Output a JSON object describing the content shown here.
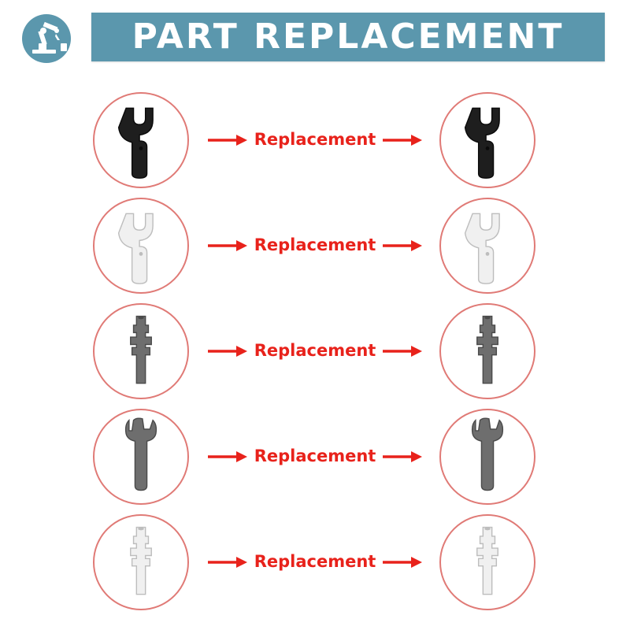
{
  "header": {
    "title": "PART REPLACEMENT",
    "logo_icon": "robot-arm-icon"
  },
  "colors": {
    "banner": "#5b97ad",
    "logo_bg": "#5b97ad",
    "circle_border": "#e07a76",
    "accent_red": "#e8221b",
    "title_text": "#ffffff"
  },
  "rows": [
    {
      "label": "Replacement",
      "part": "clip-grip",
      "finish": "black",
      "old_icon": "black-clip-part-icon",
      "new_icon": "black-clip-part-icon"
    },
    {
      "label": "Replacement",
      "part": "clip-grip",
      "finish": "white",
      "old_icon": "white-clip-part-icon",
      "new_icon": "white-clip-part-icon"
    },
    {
      "label": "Replacement",
      "part": "nozzle-pin",
      "finish": "gray",
      "old_icon": "gray-nozzle-pin-icon",
      "new_icon": "gray-nozzle-pin-icon"
    },
    {
      "label": "Replacement",
      "part": "wrench",
      "finish": "gray",
      "old_icon": "gray-wrench-part-icon",
      "new_icon": "gray-wrench-part-icon"
    },
    {
      "label": "Replacement",
      "part": "nozzle-pin",
      "finish": "white",
      "old_icon": "white-nozzle-pin-icon",
      "new_icon": "white-nozzle-pin-icon"
    }
  ]
}
